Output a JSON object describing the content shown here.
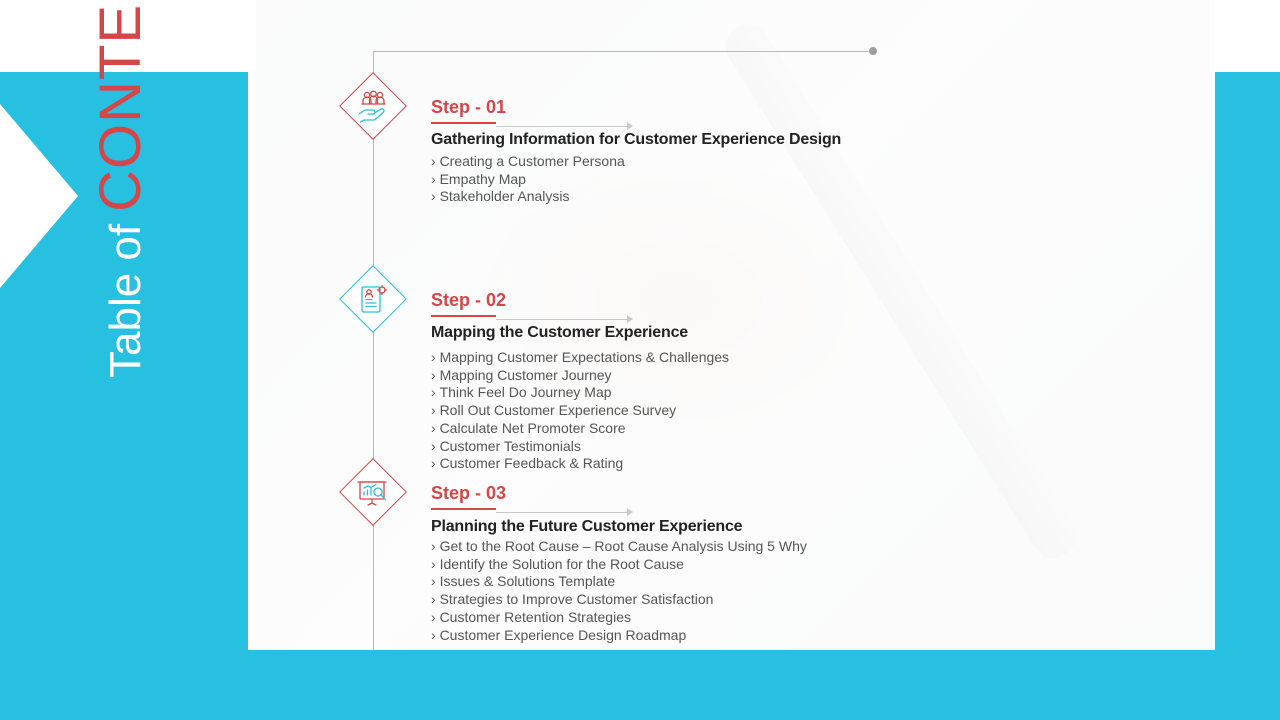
{
  "title": {
    "line1": "Table of",
    "line2": "CONTENTS"
  },
  "colors": {
    "band": "#27c0e0",
    "accent": "#d64548",
    "heading": "#222222",
    "text": "#555555"
  },
  "steps": [
    {
      "label": "Step - 01",
      "icon": "customer-care-hand-icon",
      "heading": "Gathering Information for Customer Experience Design",
      "items": [
        "Creating a Customer Persona",
        "Empathy Map",
        "Stakeholder Analysis"
      ]
    },
    {
      "label": "Step - 02",
      "icon": "profile-document-gear-icon",
      "heading": "Mapping the Customer Experience",
      "items": [
        "Mapping Customer Expectations & Challenges",
        "Mapping Customer Journey",
        "Think Feel Do Journey Map",
        "Roll Out Customer Experience Survey",
        "Calculate Net Promoter Score",
        "Customer Testimonials",
        "Customer Feedback & Rating"
      ]
    },
    {
      "label": "Step - 03",
      "icon": "presentation-chart-magnifier-icon",
      "heading": "Planning the Future Customer Experience",
      "items": [
        "Get to the Root Cause – Root Cause Analysis Using 5 Why",
        "Identify the Solution for the Root Cause",
        "Issues & Solutions Template",
        "Strategies to Improve Customer Satisfaction",
        "Customer Retention Strategies",
        "Customer Experience Design Roadmap"
      ]
    }
  ]
}
